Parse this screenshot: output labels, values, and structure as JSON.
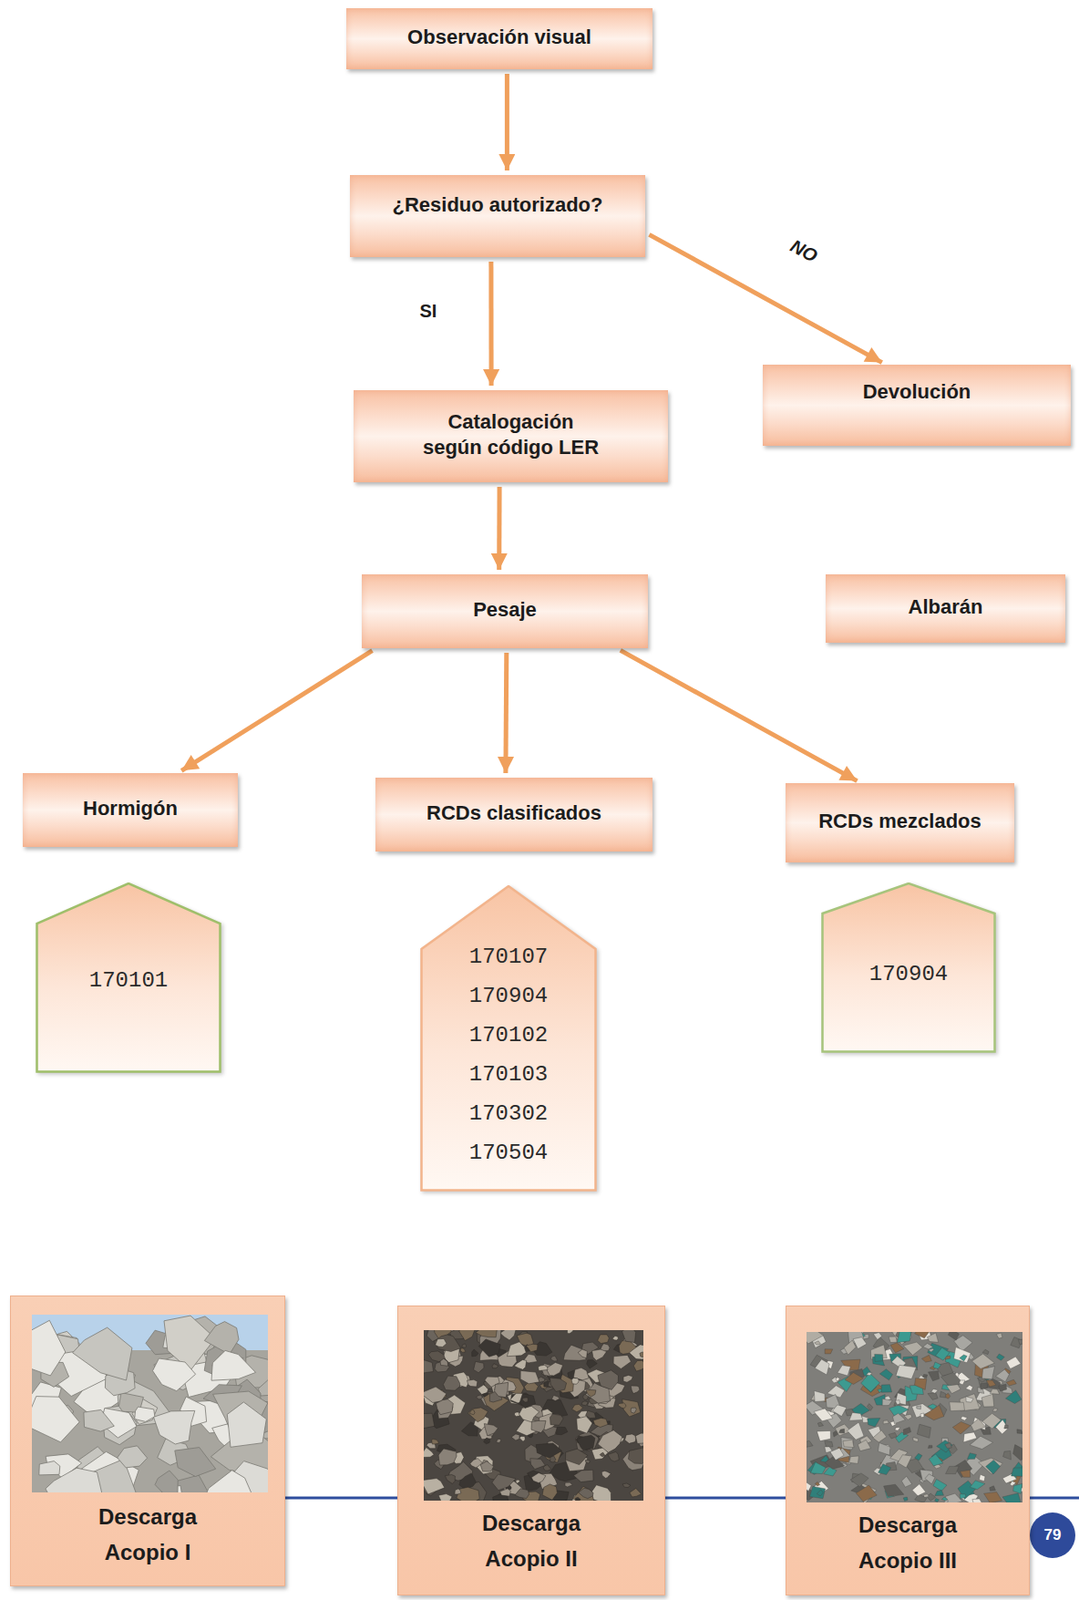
{
  "diagram": {
    "nodes": [
      {
        "text": [
          "Observación visual"
        ]
      },
      {
        "text": [
          "¿Residuo autorizado?"
        ]
      },
      {
        "text": [
          "Catalogación según código LER"
        ]
      },
      {
        "text": [
          "Devolución"
        ]
      },
      {
        "text": [
          "Pesaje"
        ]
      },
      {
        "text": [
          "Albarán"
        ]
      },
      {
        "text": [
          "Hormigón"
        ]
      },
      {
        "text": [
          "RCDs clasificados"
        ]
      },
      {
        "text": [
          "RCDs mezclados"
        ]
      },
      {
        "text": [
          "170101"
        ]
      },
      {
        "text": [
          "170107",
          "170904",
          "170102",
          "170103",
          "170302",
          "170504"
        ]
      },
      {
        "text": [
          "170904"
        ]
      },
      {
        "text": [
          "Descarga Acopio I"
        ]
      },
      {
        "text": [
          "Descarga Acopio II"
        ]
      },
      {
        "text": [
          "Descarga Acopio III"
        ]
      }
    ],
    "edges": [
      {
        "from": 0,
        "to": 1,
        "arrow": "to"
      },
      {
        "from": 1,
        "to": 2,
        "label": "SI",
        "arrow": "to"
      },
      {
        "from": 1,
        "to": 3,
        "label": "NO",
        "arrow": "to"
      },
      {
        "from": 2,
        "to": 4,
        "arrow": "to"
      },
      {
        "from": 4,
        "to": 6,
        "arrow": "to"
      },
      {
        "from": 4,
        "to": 7,
        "arrow": "to"
      },
      {
        "from": 4,
        "to": 8,
        "arrow": "to"
      }
    ],
    "labels": [
      "79"
    ]
  }
}
